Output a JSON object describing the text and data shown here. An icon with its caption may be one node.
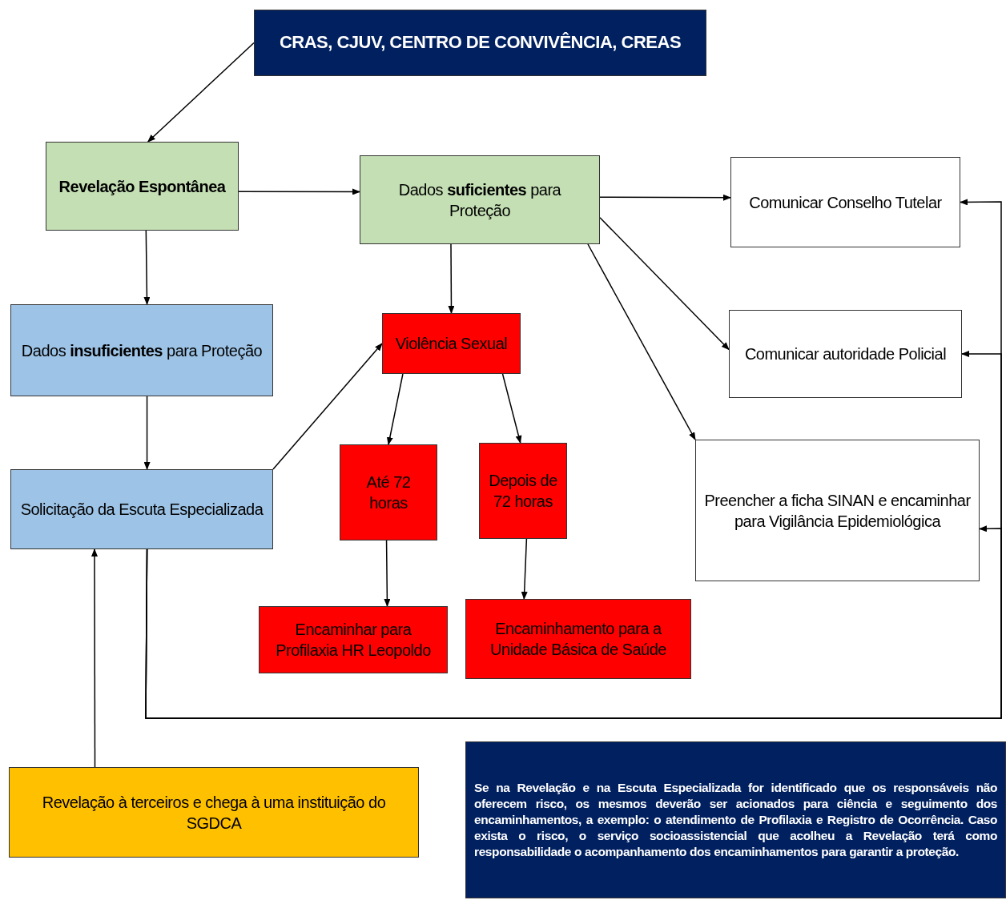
{
  "diagram": {
    "nodes": [
      {
        "text": [
          "CRAS, CJUV, CENTRO DE CONVIVÊNCIA, CREAS"
        ]
      },
      {
        "text": [
          "Revelação Espontânea"
        ]
      },
      {
        "text": [
          "Dados **suficientes** para Proteção"
        ]
      },
      {
        "text": [
          "Comunicar Conselho Tutelar"
        ]
      },
      {
        "text": [
          "Dados **insuficientes** para Proteção"
        ]
      },
      {
        "text": [
          "Violência Sexual"
        ]
      },
      {
        "text": [
          "Comunicar autoridade Policial"
        ]
      },
      {
        "text": [
          "Até 72 horas"
        ]
      },
      {
        "text": [
          "Depois de 72 horas"
        ]
      },
      {
        "text": [
          "Solicitação da Escuta Especializada"
        ]
      },
      {
        "text": [
          "Preencher a ficha SINAN e encaminhar para Vigilância Epidemiológica"
        ]
      },
      {
        "text": [
          "Encaminhar para Profilaxia HR Leopoldo"
        ]
      },
      {
        "text": [
          "Encaminhamento para a Unidade Básica de Saúde"
        ]
      },
      {
        "text": [
          "Revelação à terceiros e chega à uma instituição do  SGDCA"
        ]
      },
      {
        "text": [
          "Se na Revelação e na Escuta Especializada for identificado que os responsáveis não oferecem risco, os mesmos deverão ser acionados para ciência e seguimento dos encaminhamentos, a exemplo: o atendimento de Profilaxia e Registro de Ocorrência. Caso exista o risco, o serviço socioassistencial que acolheu a Revelação terá como responsabilidade o acompanhamento dos encaminhamentos para garantir a proteção."
        ]
      }
    ],
    "edges": [
      {
        "from": 0,
        "to": 1,
        "arrow": "to"
      },
      {
        "from": 1,
        "to": 2,
        "arrow": "to"
      },
      {
        "from": 1,
        "to": 4,
        "arrow": "to"
      },
      {
        "from": 2,
        "to": 3,
        "arrow": "to"
      },
      {
        "from": 2,
        "to": 5,
        "arrow": "to"
      },
      {
        "from": 2,
        "to": 6,
        "arrow": "to"
      },
      {
        "from": 2,
        "to": 10,
        "arrow": "to"
      },
      {
        "from": 4,
        "to": 9,
        "arrow": "to"
      },
      {
        "from": 9,
        "to": 5,
        "arrow": "to"
      },
      {
        "from": 5,
        "to": 7,
        "arrow": "to"
      },
      {
        "from": 5,
        "to": 8,
        "arrow": "to"
      },
      {
        "from": 7,
        "to": 11,
        "arrow": "to"
      },
      {
        "from": 8,
        "to": 12,
        "arrow": "to"
      },
      {
        "from": 13,
        "to": 9,
        "arrow": "to"
      },
      {
        "from": 9,
        "to": 3,
        "arrow": "to"
      },
      {
        "from": 9,
        "to": 6,
        "arrow": "to"
      },
      {
        "from": 9,
        "to": 10,
        "arrow": "to"
      }
    ]
  }
}
